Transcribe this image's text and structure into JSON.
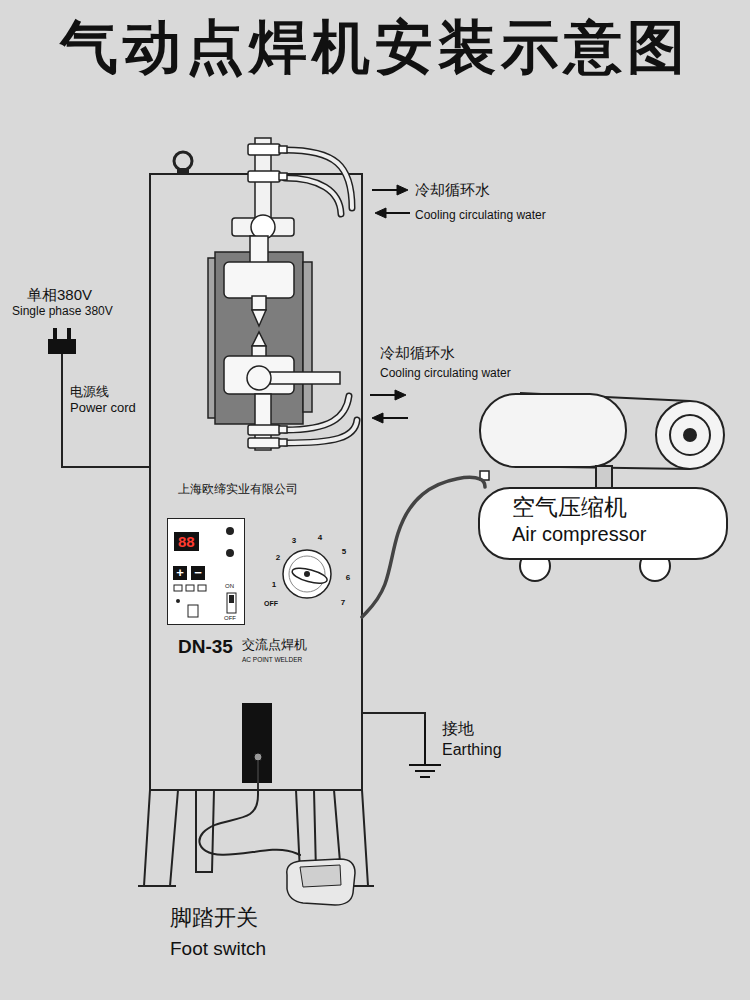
{
  "diagram": {
    "title": "气动点焊机安装示意图",
    "nodes": [
      {
        "text": [
          "上海欧缔实业有限公司",
          "DN-35",
          "交流点焊机",
          "AC POINT WELDER"
        ]
      },
      {
        "text": [
          "88",
          "+",
          "−",
          "ON",
          "OFF"
        ],
        "in": 0
      },
      {
        "text": [
          "1",
          "2",
          "3",
          "4",
          "5",
          "6",
          "7",
          "OFF"
        ],
        "in": 0
      },
      {
        "text": [
          "单相380V",
          "Single phase 380V"
        ]
      },
      {
        "text": [
          "空气压缩机",
          "Air compressor"
        ]
      },
      {
        "text": [
          "接地",
          "Earthing"
        ]
      },
      {
        "text": [
          "脚踏开关",
          "Foot switch"
        ]
      }
    ],
    "edges": [
      {
        "from": 3,
        "to": 0,
        "arrow": "none",
        "label": "电源线 Power cord"
      },
      {
        "from": 4,
        "to": 0,
        "arrow": "none"
      },
      {
        "from": 0,
        "to": 5,
        "arrow": "none"
      },
      {
        "from": 6,
        "to": 0,
        "arrow": "none"
      }
    ],
    "labels": [
      "冷却循环水",
      "Cooling circulating water",
      "冷却循环水",
      "Cooling circulating water"
    ]
  }
}
